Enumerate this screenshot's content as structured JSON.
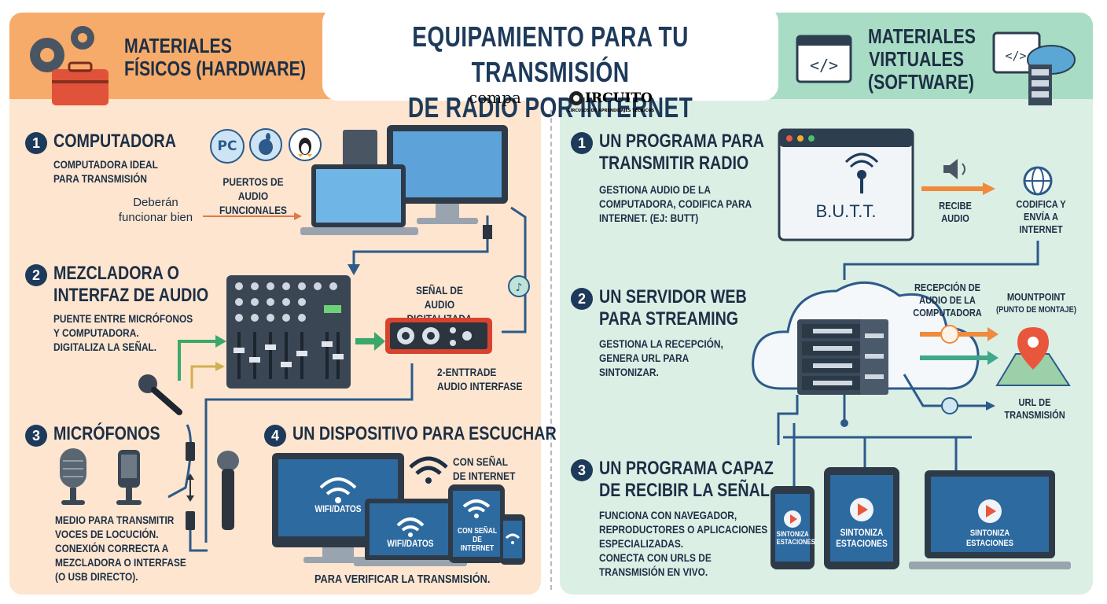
{
  "title": {
    "line1": "EQUIPAMIENTO PARA TU TRANSMISIÓN",
    "line2": "DE RADIO POR INTERNET"
  },
  "logos": {
    "left": "compa",
    "right": "IRCUITO",
    "right_sub": "CÍRCULOS DE APRENDIZAJES TÉCNICOS"
  },
  "hardware": {
    "header_line1": "MATERIALES",
    "header_line2": "FÍSICOS (HARDWARE)",
    "computer": {
      "number": "1",
      "title": "COMPUTADORA",
      "desc_line1": "COMPUTADORA IDEAL",
      "desc_line2": "PARA TRANSMISIÓN",
      "note_line1": "Deberán",
      "note_line2": "funcionar bien",
      "ports_line1": "PUERTOS DE AUDIO",
      "ports_line2": "FUNCIONALES",
      "os_pc": "PC"
    },
    "mixer": {
      "number": "2",
      "title_line1": "MEZCLADORA O",
      "title_line2": "INTERFAZ DE AUDIO",
      "desc_line1": "PUENTE ENTRE MICRÓFONOS",
      "desc_line2": "Y COMPUTADORA.",
      "desc_line3": "DIGITALIZA LA SEÑAL.",
      "signal_line1": "SEÑAL DE AUDIO",
      "signal_line2": "DIGITALIZADA",
      "interface_line1": "2-ENTTRADE",
      "interface_line2": "AUDIO INTERFASE"
    },
    "mics": {
      "number": "3",
      "title": "MICRÓFONOS",
      "desc_line1": "MEDIO PARA TRANSMITIR",
      "desc_line2": "VOCES DE LOCUCIÓN.",
      "desc_line3": "CONEXIÓN CORRECTA A",
      "desc_line4": "MEZCLADORA O INTERFASE",
      "desc_line5": "(O USB DIRECTO)."
    },
    "device": {
      "number": "4",
      "title": "UN DISPOSITIVO PARA ESCUCHAR",
      "signal_line1": "CON SEÑAL",
      "signal_line2": "DE INTERNET",
      "screen1": "WIFI/DATOS",
      "screen2": "WIFI/DATOS",
      "screen3_line1": "CON SEÑAL",
      "screen3_line2": "DE INTERNET",
      "footer": "PARA VERIFICAR LA TRANSMISIÓN."
    }
  },
  "software": {
    "header_line1": "MATERIALES",
    "header_line2": "VIRTUALES",
    "header_line3": "(SOFTWARE)",
    "program": {
      "number": "1",
      "title_line1": "UN PROGRAMA PARA",
      "title_line2": "TRANSMITIR RADIO",
      "desc_line1": "GESTIONA AUDIO DE LA",
      "desc_line2": "COMPUTADORA, CODIFICA PARA",
      "desc_line3": "INTERNET. (EJ: BUTT)",
      "app_name": "B.U.T.T.",
      "receive_line1": "RECIBE",
      "receive_line2": "AUDIO",
      "encode_line1": "CODIFICA Y",
      "encode_line2": "ENVÍA A",
      "encode_line3": "INTERNET"
    },
    "server": {
      "number": "2",
      "title_line1": "UN SERVIDOR WEB",
      "title_line2": "PARA STREAMING",
      "desc_line1": "GESTIONA LA RECEPCIÓN,",
      "desc_line2": "GENERA URL PARA",
      "desc_line3": "SINTONIZAR.",
      "reception_line1": "RECEPCIÓN DE",
      "reception_line2": "AUDIO DE LA",
      "reception_line3": "COMPUTADORA",
      "mount_line1": "MOUNTPOINT",
      "mount_line2": "(PUNTO DE MONTAJE)",
      "url_line1": "URL DE",
      "url_line2": "TRANSMISIÓN"
    },
    "receiver": {
      "number": "3",
      "title_line1": "UN PROGRAMA CAPAZ",
      "title_line2": "DE RECIBIR LA SEÑAL",
      "desc_line1": "FUNCIONA CON NAVEGADOR,",
      "desc_line2": "REPRODUCTORES O APLICACIONES",
      "desc_line3": "ESPECIALIZADAS.",
      "desc_line4": "CONECTA CON URLS DE",
      "desc_line5": "TRANSMISIÓN EN VIVO.",
      "phone_line1": "SINTONIZA",
      "phone_line2": "ESTACIONES",
      "tablet_line1": "SINTONIZA",
      "tablet_line2": "ESTACIONES",
      "laptop_line1": "SINTONIZA",
      "laptop_line2": "ESTACIONES"
    }
  },
  "colors": {
    "navy": "#1d3a5a",
    "orange": "#f6ab6a",
    "mint": "#a9dcc4",
    "accent_orange": "#f08a3c",
    "teal": "#3fa88a"
  }
}
